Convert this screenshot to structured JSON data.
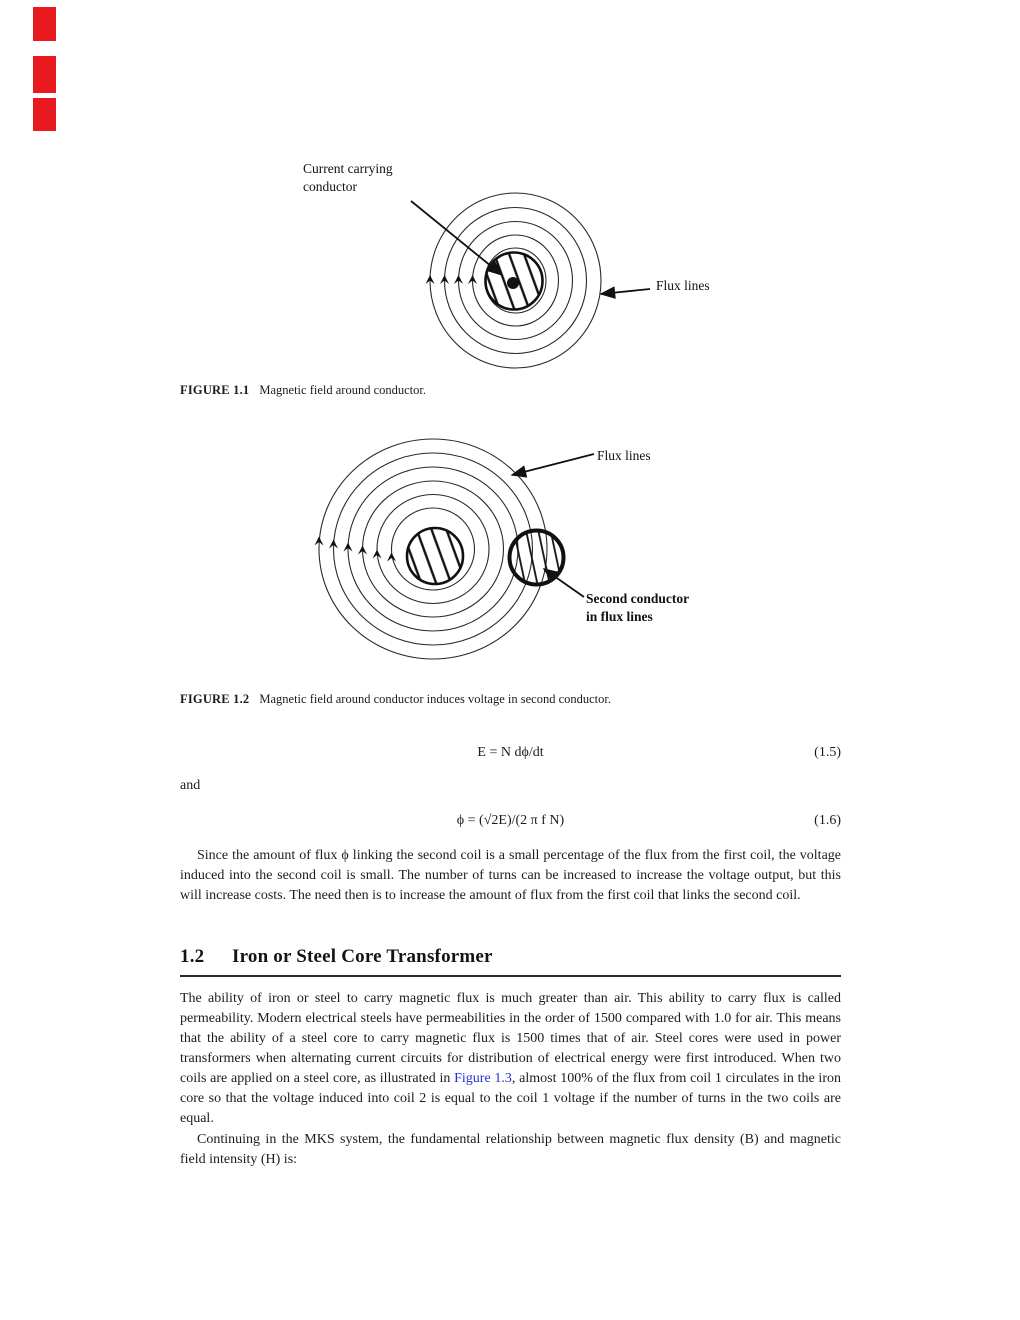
{
  "page": {
    "background": "#ffffff",
    "text_color": "#1c1c1c",
    "link_color": "#2a30d0",
    "red_mark_color": "#e8191f"
  },
  "figure1": {
    "conductor_label_line1": "Current carrying",
    "conductor_label_line2": "conductor",
    "flux_label": "Flux lines",
    "caption_tag": "FIGURE 1.1",
    "caption_text": "Magnetic field around conductor."
  },
  "figure2": {
    "flux_label": "Flux lines",
    "second_label_line1": "Second conductor",
    "second_label_line2": "in flux lines",
    "caption_tag": "FIGURE 1.2",
    "caption_text": "Magnetic field around conductor induces voltage in second conductor."
  },
  "equations": {
    "eq1_body": "E = N dϕ/dt",
    "eq1_num": "(1.5)",
    "connector": "and",
    "eq2_body": "ϕ = (√2E)/(2 π f N)",
    "eq2_num": "(1.6)"
  },
  "section": {
    "number": "1.2",
    "title": "Iron or Steel Core Transformer"
  },
  "paragraphs": {
    "p1": "Since the amount of flux ϕ linking the second coil is a small percentage of the flux from the first coil, the voltage induced into the second coil is small. The number of turns can be increased to increase the voltage output, but this will increase costs. The need then is to increase the amount of flux from the first coil that links the second coil.",
    "p2_before_link": "The ability of iron or steel to carry magnetic flux is much greater than air. This ability to carry flux is called permeability. Modern electrical steels have permeabilities in the order of 1500 compared with 1.0 for air. This means that the ability of a steel core to carry magnetic flux is 1500 times that of air. Steel cores were used in power transformers when alternating current circuits for distribution of electrical energy were first introduced. When two coils are applied on a steel core, as illustrated in ",
    "p2_link": "Figure 1.3",
    "p2_after_link": ", almost 100% of the flux from coil 1 circulates in the iron core so that the voltage induced into coil 2 is equal to the coil 1 voltage if the number of turns in the two coils are equal.",
    "p3": "Continuing in the MKS system, the fundamental relationship between magnetic flux density (B) and magnetic field intensity (H) is:"
  }
}
